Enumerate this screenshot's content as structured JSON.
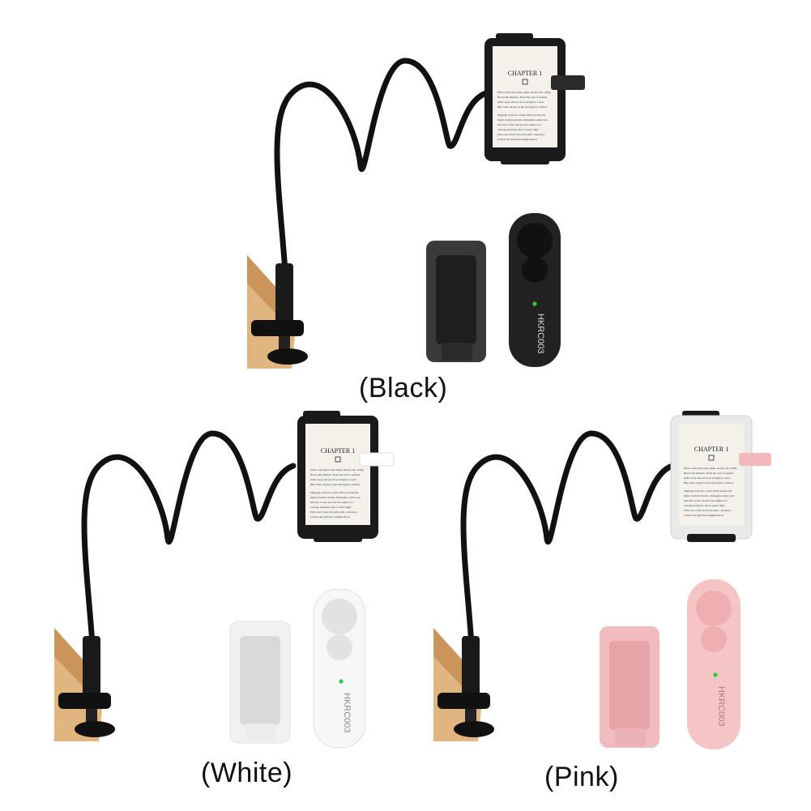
{
  "variants": [
    {
      "key": "black",
      "caption": "(Black)",
      "colors": {
        "clip": "#3a3a3a",
        "clip_dark": "#1e1e1e",
        "remote": "#222222",
        "remote_btn": "#111111",
        "holder_tab": "#2a2a2a",
        "kindle_frame": "#1a1a1a",
        "kindle_screen": "#f3f1ea"
      }
    },
    {
      "key": "white",
      "caption": "(White)",
      "colors": {
        "clip": "#f1f1f1",
        "clip_dark": "#d9d9d9",
        "remote": "#f7f7f7",
        "remote_btn": "#e2e2e2",
        "holder_tab": "#ffffff",
        "kindle_frame": "#1a1a1a",
        "kindle_screen": "#f3f1ea"
      }
    },
    {
      "key": "pink",
      "caption": "(Pink)",
      "colors": {
        "clip": "#f0bcbd",
        "clip_dark": "#e6a4a8",
        "remote": "#f5c4c5",
        "remote_btn": "#efaeb1",
        "holder_tab": "#f3b8bb",
        "kindle_frame": "#e9e9e9",
        "kindle_screen": "#f3f1ea"
      }
    }
  ],
  "ereader": {
    "chapter_title": "CHAPTER 1",
    "text_lines": [
      "Elliot could just barely make out the well of Big",
      "Ben in the distance. From the roof, it seemed",
      "miles away and yet close enough to touch.",
      "Blip went out just as the sun began to sink in.",
      "Skipping around a corner, Elliot spotted the",
      "figure from her dream. Although London was",
      "still new to her, she saw the outline of a",
      "carriage and knew that it wasn't right.",
      "Elliot saw it just down the path, a shadowy",
      "form in the particular neighborhood."
    ]
  },
  "remote": {
    "model_label": "HKRC003",
    "indicator_color": "#2ecc40"
  },
  "desk": {
    "wood_light": "#e0b57f",
    "wood_dark": "#c9955b"
  },
  "arm": {
    "color": "#111111"
  }
}
